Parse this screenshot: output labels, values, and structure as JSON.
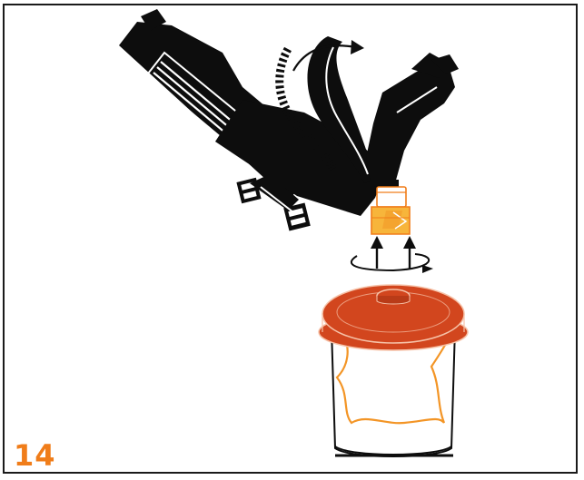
{
  "step": {
    "number": "14"
  },
  "colors": {
    "accent": "#f07d1a",
    "lid": "#d2461e",
    "lid_outline": "#f6c2a8",
    "adapter": "#f7b53b",
    "liner_line": "#f39526",
    "gun_body": "#0d0d0d",
    "frame": "#1a1a1a"
  },
  "illustration": {
    "gun": "spray-gun",
    "adapter": "cup-adapter",
    "cup": "paint-cup-with-lid-and-liner",
    "motion": [
      "push-up-arrow",
      "push-up-arrow",
      "rotate-arrow",
      "tilt-arrow"
    ]
  }
}
